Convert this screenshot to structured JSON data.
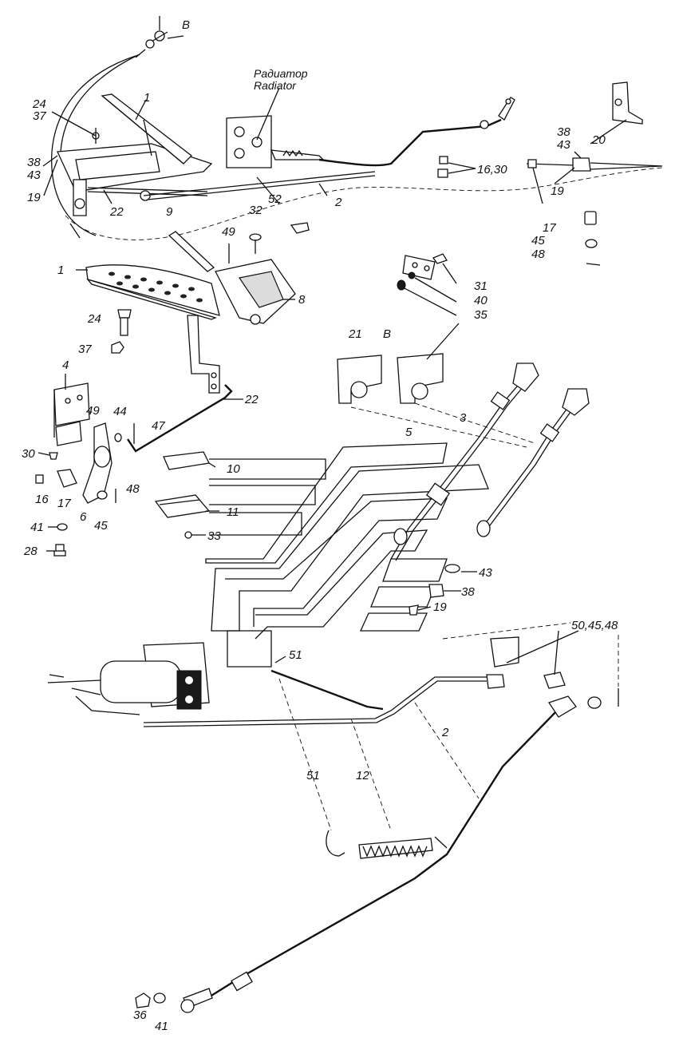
{
  "radiator": {
    "ru": "Радиатор",
    "en": "Radiator"
  },
  "view_marks": [
    "B",
    "B"
  ],
  "callouts": [
    "1",
    "24",
    "37",
    "38",
    "43",
    "19",
    "22",
    "9",
    "32",
    "52",
    "2",
    "38",
    "43",
    "20",
    "16,30",
    "19",
    "17",
    "45",
    "48",
    "1",
    "49",
    "8",
    "24",
    "37",
    "31",
    "40",
    "35",
    "21",
    "4",
    "49",
    "44",
    "47",
    "22",
    "3",
    "5",
    "30",
    "16",
    "17",
    "6",
    "45",
    "48",
    "10",
    "11",
    "33",
    "41",
    "28",
    "43",
    "38",
    "19",
    "50,45,48",
    "51",
    "2",
    "51",
    "12",
    "36",
    "41"
  ]
}
